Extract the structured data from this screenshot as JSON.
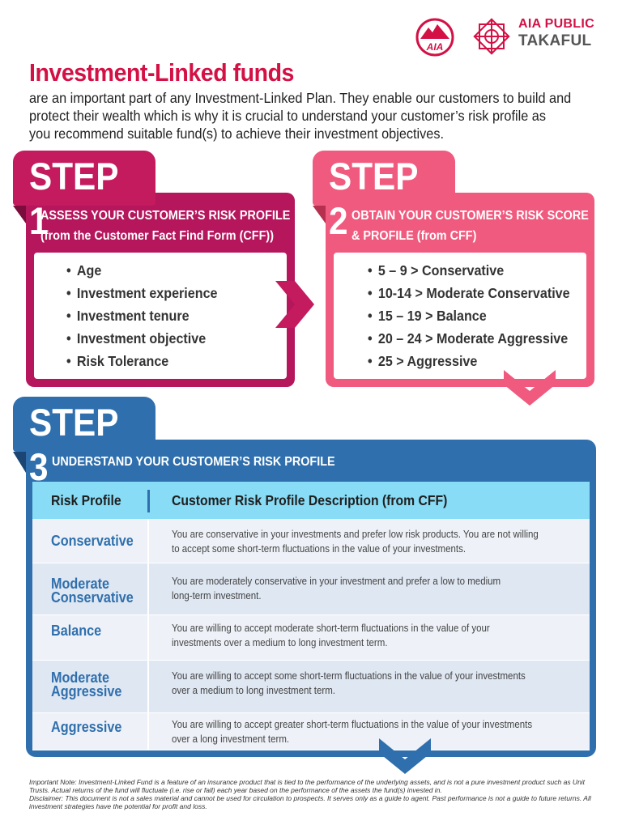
{
  "brand": {
    "company_line1": "AIA PUBLIC",
    "company_line2": "TAKAFUL",
    "aia_logo_text": "AIA",
    "brand_color": "#d31145"
  },
  "intro": {
    "title": "Investment-Linked funds",
    "lines": [
      "are an important part of any Investment-Linked Plan. They enable our customers to build and",
      "protect their wealth which is why it is crucial to understand your customer’s risk profile as",
      "you recommend suitable fund(s) to achieve their investment objectives."
    ]
  },
  "step1": {
    "label": "STEP 1",
    "heading_lines": [
      "ASSESS YOUR CUSTOMER’S RISK PROFILE",
      "(from the Customer Fact Find Form (CFF))"
    ],
    "items": [
      "Age",
      "Investment experience",
      "Investment tenure",
      "Investment objective",
      "Risk Tolerance"
    ],
    "color": "#b5165c"
  },
  "step2": {
    "label": "STEP 2",
    "heading_lines": [
      "OBTAIN YOUR CUSTOMER’S RISK SCORE",
      "& PROFILE (from CFF)"
    ],
    "items": [
      "5 – 9 > Conservative",
      "10-14 > Moderate Conservative",
      "15 – 19 > Balance",
      "20 – 24 > Moderate Aggressive",
      "25 > Aggressive"
    ],
    "color": "#f05a7e"
  },
  "step3": {
    "label": "STEP 3",
    "heading": "UNDERSTAND YOUR  CUSTOMER’S RISK PROFILE",
    "color": "#2f6fad",
    "table": {
      "headers": [
        "Risk Profile",
        "Customer Risk Profile Description (from CFF)"
      ],
      "rows": [
        {
          "profile": [
            "Conservative"
          ],
          "description": [
            "You are conservative in your investments and prefer low risk products. You are not willing",
            "to accept some short-term fluctuations in the value of your investments."
          ]
        },
        {
          "profile": [
            "Moderate",
            "Conservative"
          ],
          "description": [
            "You are moderately conservative in your investment and prefer a low to medium",
            "long-term investment."
          ]
        },
        {
          "profile": [
            "Balance"
          ],
          "description": [
            "You are willing to accept moderate short-term fluctuations in the value of your",
            "investments over a medium to long investment term."
          ]
        },
        {
          "profile": [
            "Moderate",
            "Aggressive"
          ],
          "description": [
            "You are willing to accept some short-term fluctuations in the value of your investments",
            "over a medium to long investment term."
          ]
        },
        {
          "profile": [
            "Aggressive"
          ],
          "description": [
            "You are willing to accept greater short-term fluctuations in the value of your investments",
            "over a long investment term."
          ]
        }
      ]
    }
  },
  "footer": {
    "note": "Important Note: Investment-Linked Fund is a feature of an insurance product that is tied to the performance of the underlying assets, and is not a pure investment product such as Unit Trusts. Actual returns of the fund will fluctuate (i.e. rise or fall) each year based on the performance of the assets the fund(s) invested in.",
    "disclaimer": "Disclaimer: This document is not a sales material and cannot be used for circulation to prospects. It serves only as a guide to agent. Past performance is not a guide to future returns. All investment strategies have the potential for profit and loss."
  }
}
